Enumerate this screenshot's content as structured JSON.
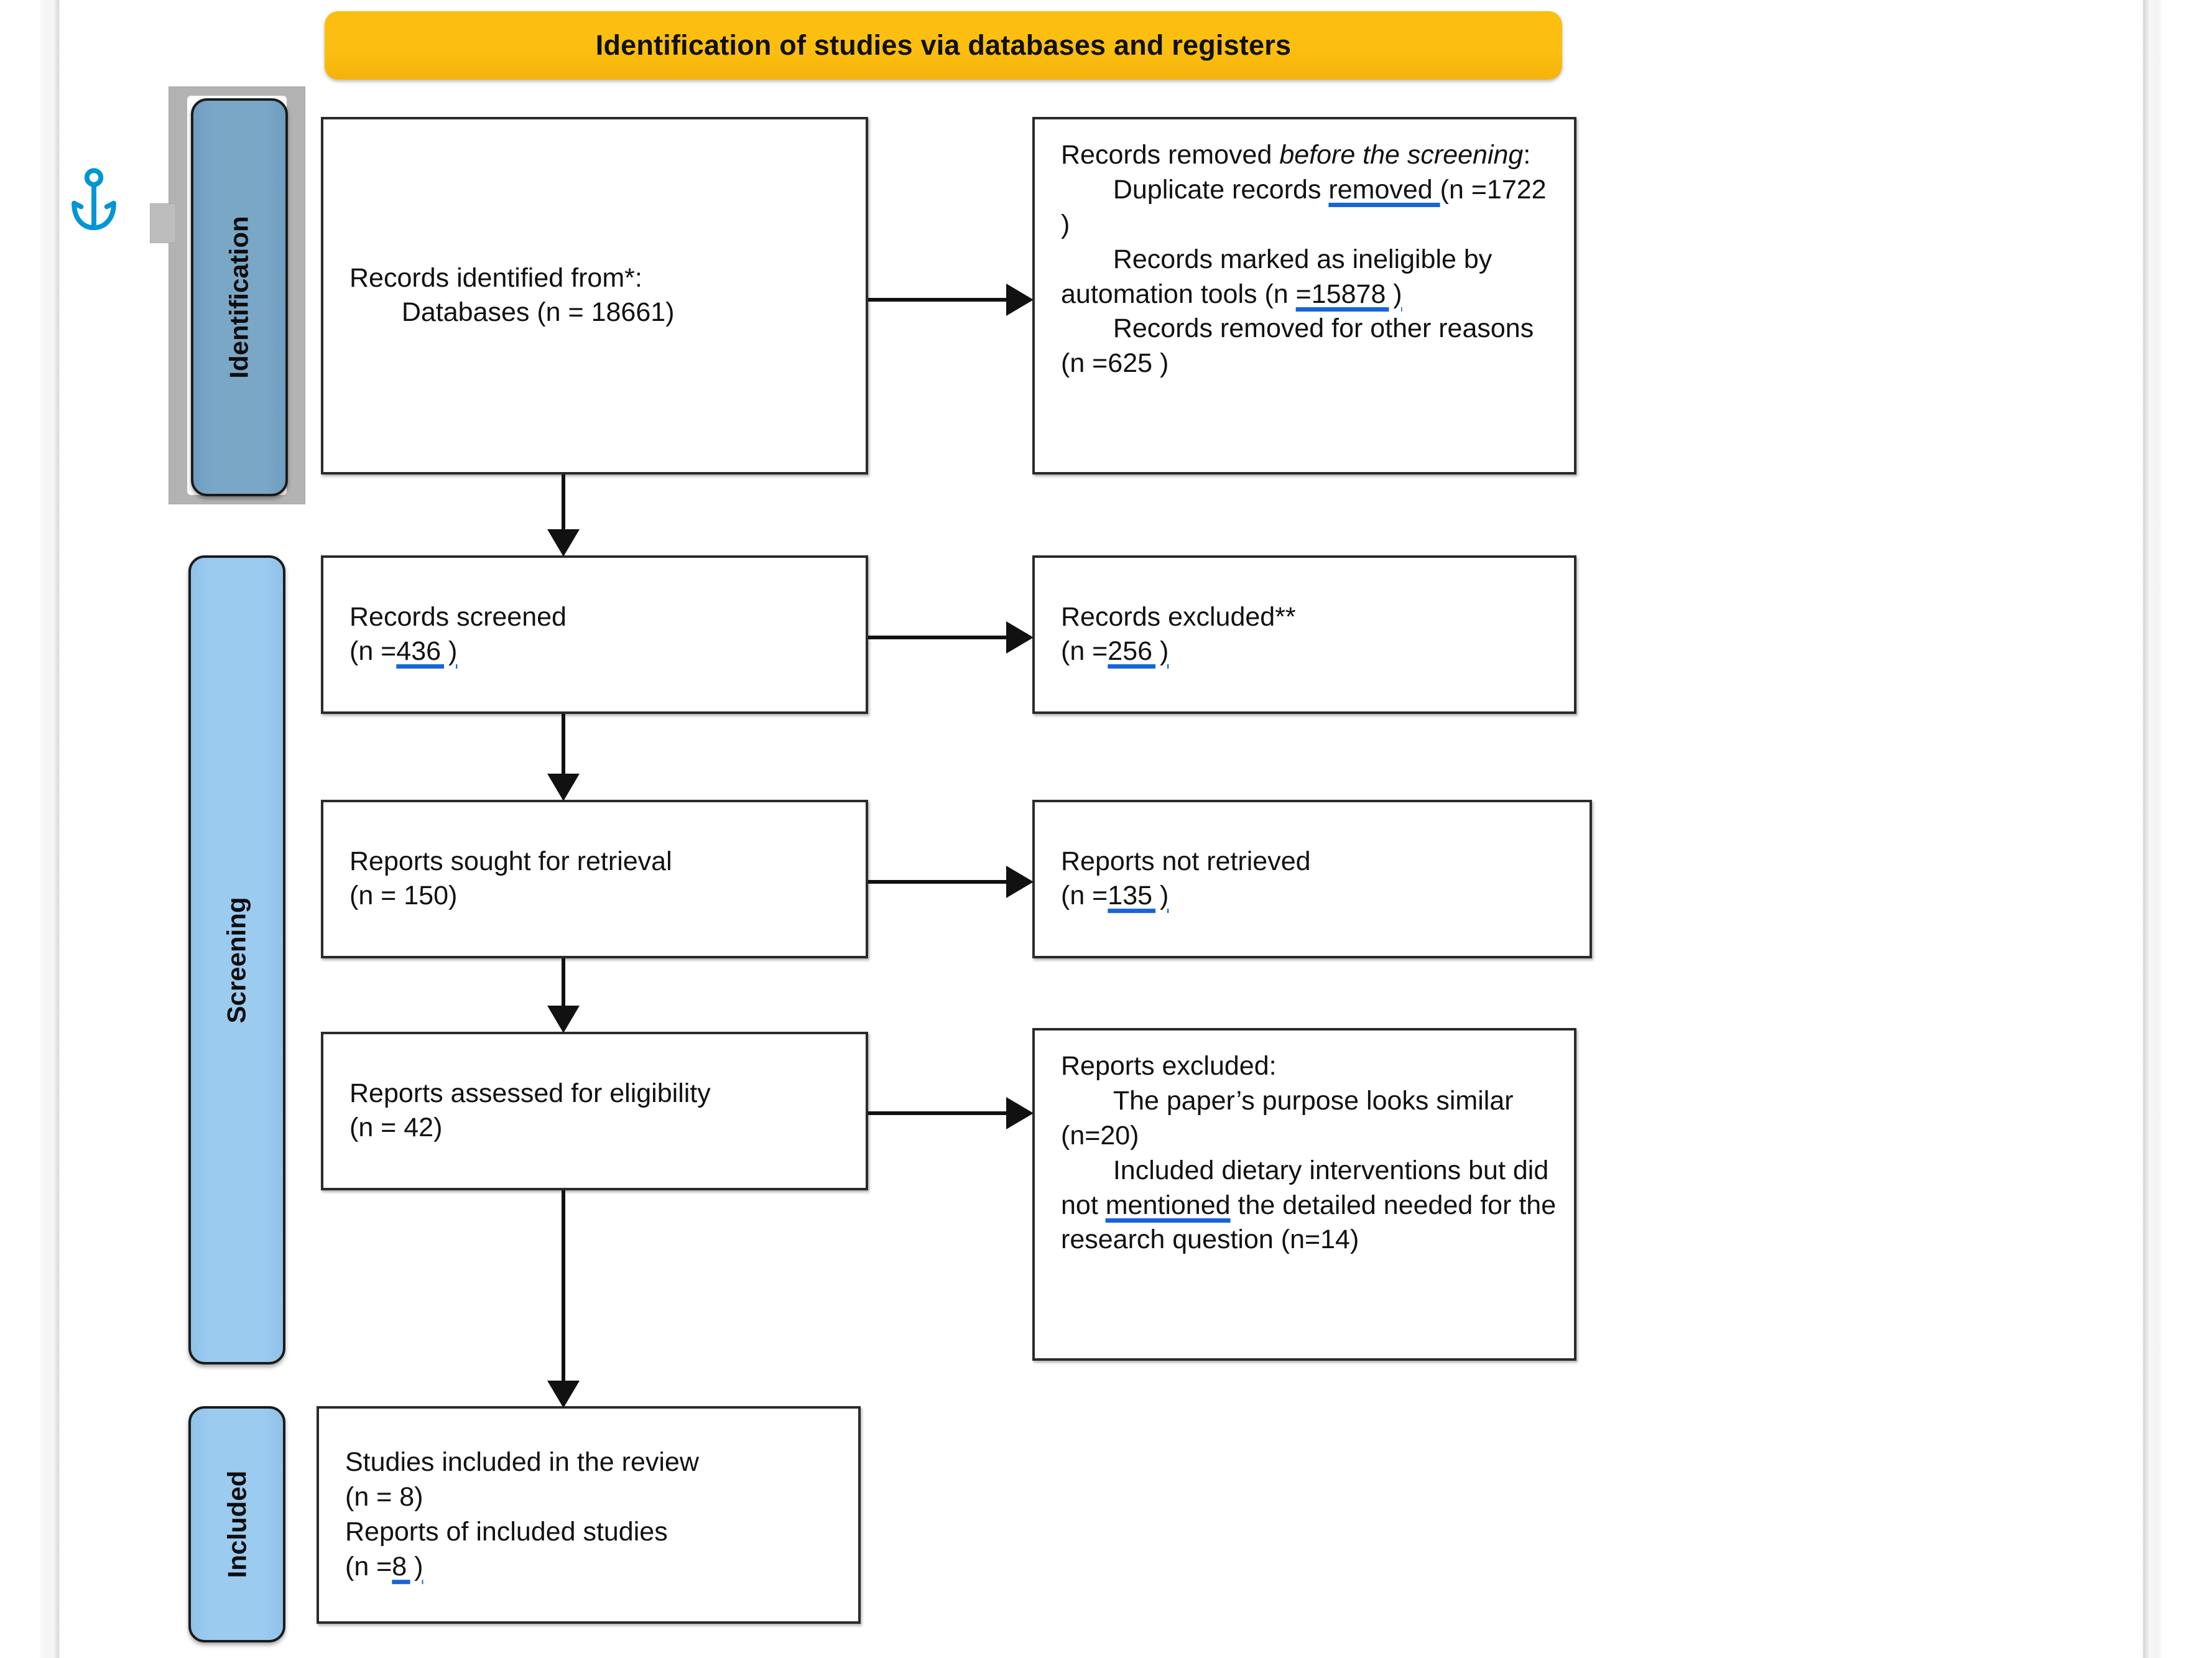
{
  "document": {
    "title": "PRISMA 2020 flow diagram",
    "anchor_icon": "anchor-icon"
  },
  "banner": {
    "label": "Identification of studies via databases and registers",
    "color": "#FCBF11"
  },
  "stages": [
    {
      "id": "identification",
      "label": "Identification",
      "color": "#7BA7C7",
      "selected": true
    },
    {
      "id": "screening",
      "label": "Screening",
      "color": "#9CCBF0",
      "selected": false
    },
    {
      "id": "included",
      "label": "Included",
      "color": "#9CCBF0",
      "selected": false
    }
  ],
  "boxes": {
    "identified": {
      "line1": "Records identified from*:",
      "line2": "Databases (n = 18661)"
    },
    "removed": {
      "heading_plain": "Records removed ",
      "heading_italic": "before the screening",
      "heading_colon": ":",
      "item1_a": "Duplicate records ",
      "item1_b": "removed ",
      "item1_c": "(n =1722 )",
      "item2_a": "Records marked as ineligible by automation tools (n ",
      "item2_b": "=15878 )",
      "item3": "Records removed for other reasons (n =625 )"
    },
    "screened": {
      "line1": "Records screened",
      "line2_a": "(n =",
      "line2_b": "436 )"
    },
    "excluded": {
      "line1": "Records excluded**",
      "line2_a": "(n =",
      "line2_b": "256 )"
    },
    "sought": {
      "line1": "Reports sought for retrieval",
      "line2": "(n = 150)"
    },
    "not_retrieved": {
      "line1": "Reports not retrieved",
      "line2_a": "(n =",
      "line2_b": "135 )"
    },
    "eligibility": {
      "line1": "Reports assessed for eligibility",
      "line2": "(n = 42)"
    },
    "reports_excluded": {
      "heading": "Reports excluded:",
      "item1": "The paper’s purpose looks similar (n=20)",
      "item2_a": "Included dietary interventions but did not ",
      "item2_b": "mentioned",
      "item2_c": " the detailed needed for the research question (n=14)"
    },
    "included": {
      "line1": "Studies included in the review",
      "line2": "(n = 8)",
      "line3": "Reports of included studies",
      "line4_a": "(n =",
      "line4_b": "8 )"
    }
  },
  "colors": {
    "banner_amber": "#FCBF11",
    "stage_blue_light": "#9CCBF0",
    "stage_blue_selected": "#7BA7C7",
    "spellcheck_underline": "#1565D8",
    "anchor_cyan": "#0095D5",
    "box_border": "#2b2b2b"
  }
}
